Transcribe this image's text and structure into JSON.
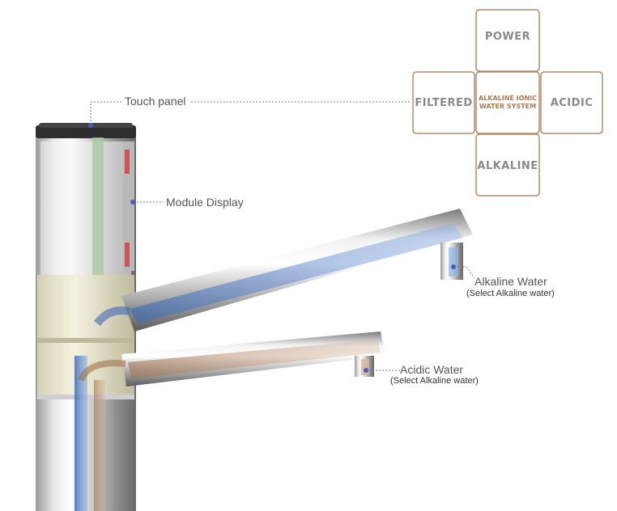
{
  "labels": {
    "touch_panel": "Touch panel",
    "module_display": "Module Display",
    "alkaline_water": "Alkaline Water",
    "alkaline_water_note": "(Select Alkaline water)",
    "acidic_water": "Acidic Water",
    "acidic_water_note": "(Select Alkaline water)"
  },
  "control_panel": {
    "power": "POWER",
    "filtered": "FILTERED",
    "acidic": "ACIDIC",
    "alkaline": "ALKALINE",
    "center_line1": "ALKALINE IONIC",
    "center_line2": "WATER SYSTEM"
  },
  "colors": {
    "panel_outline": "#b08a6a",
    "panel_center_text": "#a97a55",
    "panel_text": "#8a8a8a",
    "alkaline_water": "#4f7fc9",
    "acidic_water": "#b07a5a",
    "leader_line": "#777777",
    "marker_dot": "#4a5bc9"
  }
}
